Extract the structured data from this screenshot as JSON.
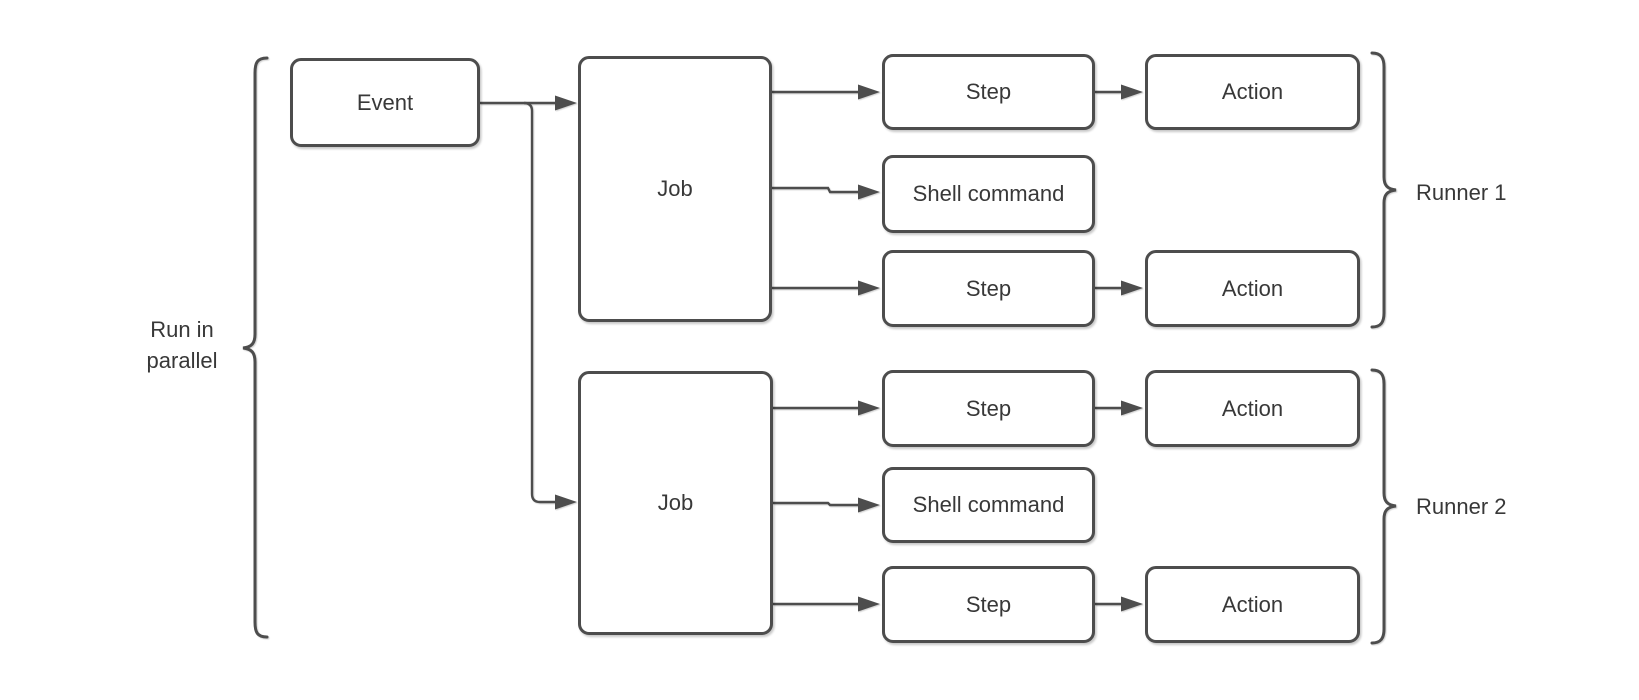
{
  "diagram": {
    "colors": {
      "stroke": "#4d4d4d",
      "text": "#383838",
      "background": "#ffffff"
    },
    "parallel_label": {
      "line1": "Run in",
      "line2": "parallel"
    },
    "event_label": "Event",
    "groups": [
      {
        "job_label": "Job",
        "runner_label": "Runner 1",
        "rows": [
          {
            "left": "Step",
            "right": "Action"
          },
          {
            "left": "Shell command",
            "right": null
          },
          {
            "left": "Step",
            "right": "Action"
          }
        ]
      },
      {
        "job_label": "Job",
        "runner_label": "Runner 2",
        "rows": [
          {
            "left": "Step",
            "right": "Action"
          },
          {
            "left": "Shell command",
            "right": null
          },
          {
            "left": "Step",
            "right": "Action"
          }
        ]
      }
    ]
  }
}
